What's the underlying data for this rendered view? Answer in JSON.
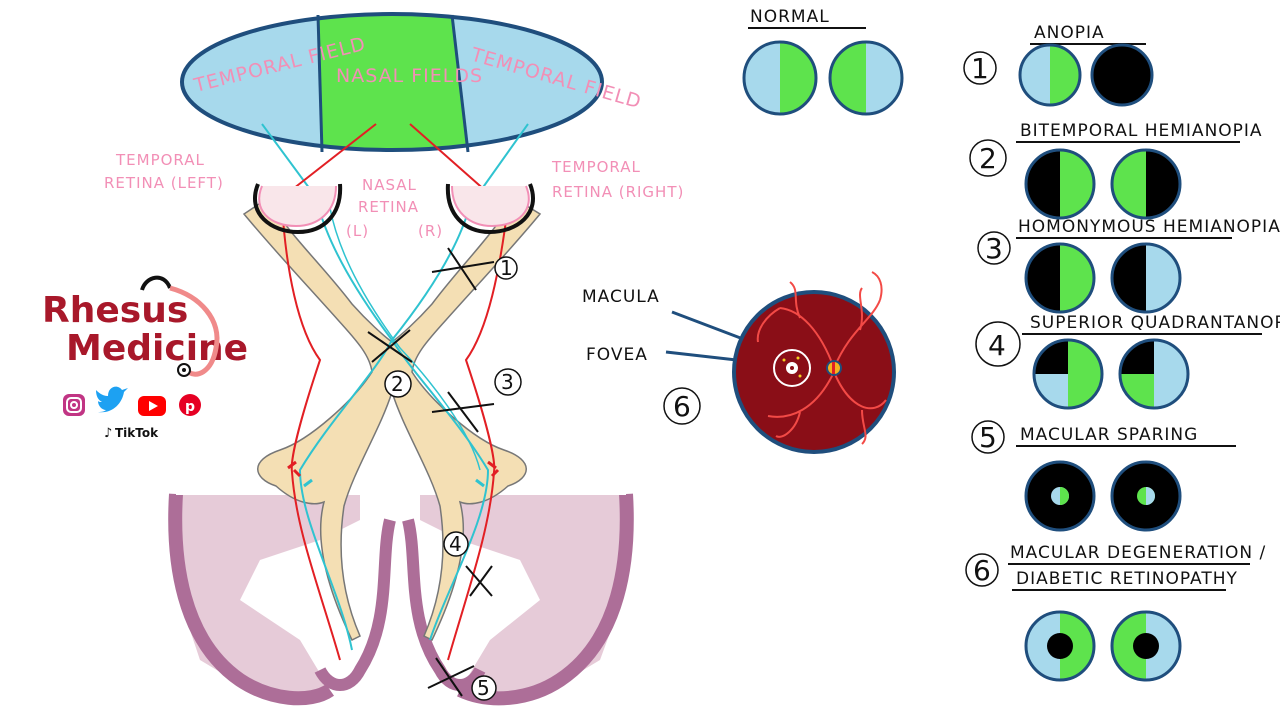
{
  "visual_field": {
    "left": "TEMPORAL FIELD",
    "center": "NASAL FIELDS",
    "right": "TEMPORAL FIELD"
  },
  "retina_labels": {
    "temporal_left": [
      "TEMPORAL",
      "RETINA (LEFT)"
    ],
    "nasal": [
      "NASAL",
      "RETINA",
      "(L)",
      "(R)"
    ],
    "temporal_right": [
      "TEMPORAL",
      "RETINA (RIGHT)"
    ]
  },
  "lesion_markers": [
    "1",
    "2",
    "3",
    "4",
    "5",
    "6"
  ],
  "fundus_labels": {
    "macula": "MACULA",
    "fovea": "FOVEA"
  },
  "brand": {
    "line1": "Rhesus",
    "line2": "Medicine",
    "social_icons": [
      "instagram-icon",
      "twitter-icon",
      "youtube-icon",
      "pinterest-icon"
    ],
    "tiktok": "TikTok"
  },
  "normal": {
    "title": "NORMAL"
  },
  "anopia": {
    "title": "ANOPIA",
    "items": [
      {
        "number": "1",
        "label": ""
      },
      {
        "number": "2",
        "label": "BITEMPORAL HEMIANOPIA"
      },
      {
        "number": "3",
        "label": "HOMONYMOUS HEMIANOPIA"
      },
      {
        "number": "4",
        "label": "SUPERIOR QUADRANTANOPIA"
      },
      {
        "number": "5",
        "label": "MACULAR SPARING"
      },
      {
        "number": "6",
        "label": "MACULAR DEGENERATION /",
        "label2": "DIABETIC RETINOPATHY"
      }
    ]
  },
  "colors": {
    "field_blue": "#a7d9ec",
    "field_green": "#5ee34d",
    "outline_blue": "#1f4e7d",
    "pink_text": "#f28fb6",
    "nerve": "#f4dfb4",
    "brain": "#e6cbd8",
    "cortex": "#ad6e98",
    "fundus": "#8a0e17",
    "vessel": "#f34a46",
    "cyan_path": "#2fc3d0",
    "red_path": "#e21f24",
    "brand_red": "#a8182a"
  }
}
